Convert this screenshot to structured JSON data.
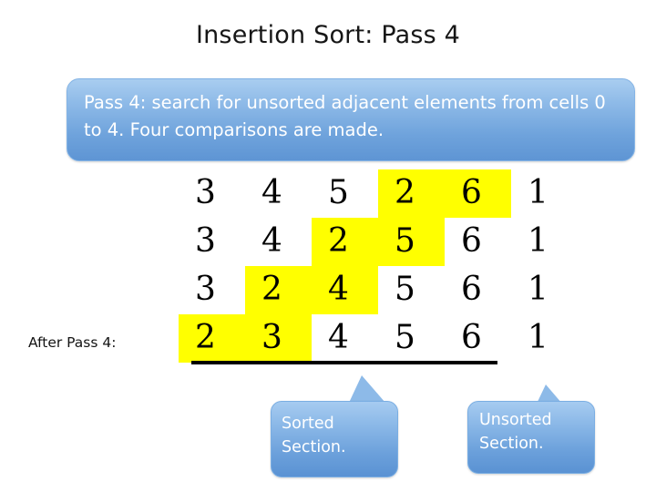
{
  "slide": {
    "title": "Insertion Sort: Pass 4",
    "description": "Pass 4: search for unsorted adjacent elements from cells 0 to 4. Four comparisons  are made.",
    "after_pass_label": "After Pass 4:"
  },
  "colors": {
    "highlight": "#ffff00",
    "callout_blue_light": "#a9cdf0",
    "callout_blue_dark": "#5e95d4",
    "text_white": "#ffffff",
    "digit_black": "#000000",
    "underline_black": "#000000"
  },
  "grid": {
    "columns": 6,
    "rows": [
      {
        "values": [
          "3",
          "4",
          "5",
          "2",
          "6",
          "1"
        ],
        "highlighted": [
          3,
          4
        ]
      },
      {
        "values": [
          "3",
          "4",
          "2",
          "5",
          "6",
          "1"
        ],
        "highlighted": [
          2,
          3
        ]
      },
      {
        "values": [
          "3",
          "2",
          "4",
          "5",
          "6",
          "1"
        ],
        "highlighted": [
          1,
          2
        ]
      },
      {
        "values": [
          "2",
          "3",
          "4",
          "5",
          "6",
          "1"
        ],
        "highlighted": [
          0,
          1
        ]
      }
    ]
  },
  "callouts": {
    "sorted": {
      "line1": "Sorted",
      "line2": "Section."
    },
    "unsorted": {
      "line1": "Unsorted",
      "line2": "Section."
    }
  }
}
